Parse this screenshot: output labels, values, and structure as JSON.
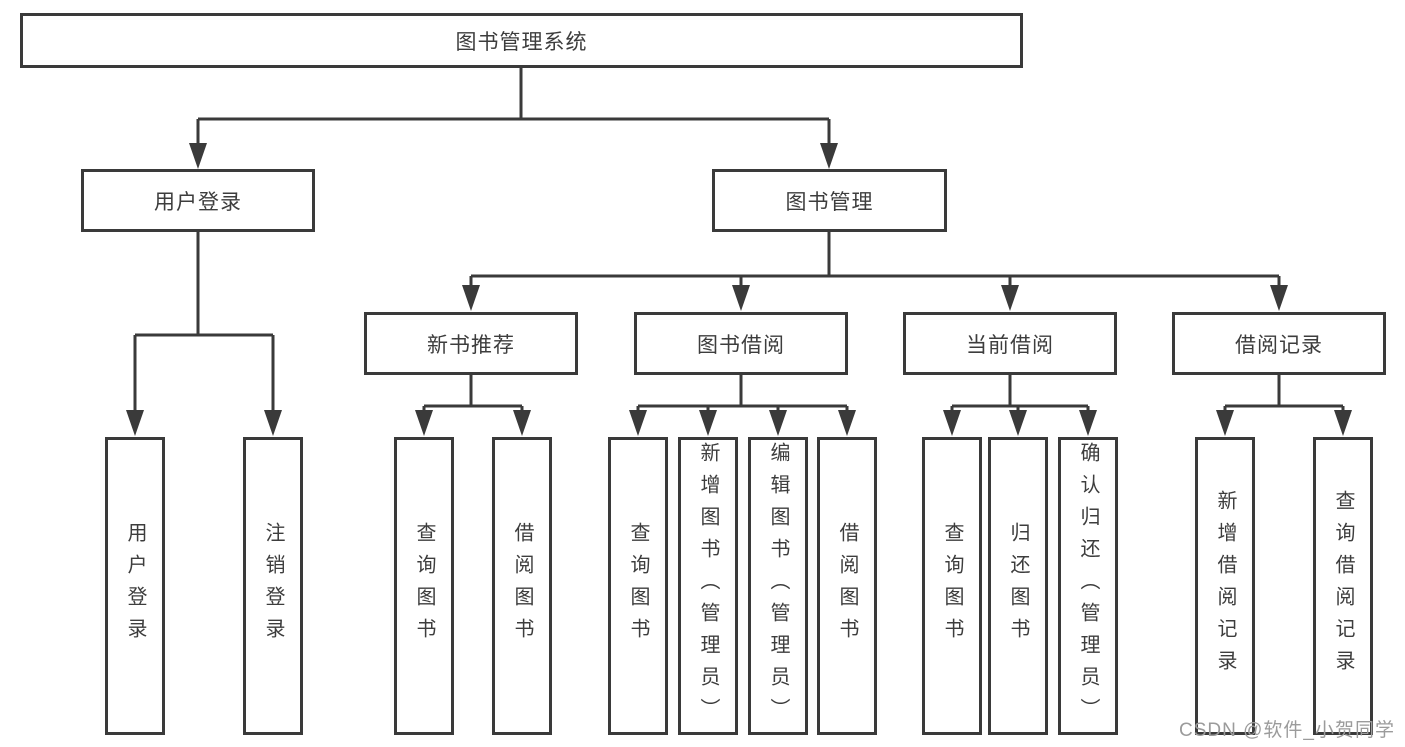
{
  "title": "图书管理系统",
  "watermark": "CSDN @软件_小贺同学",
  "colors": {
    "line": "#3a3a3a",
    "text": "#3d3d3d",
    "watermark": "#9b9b9b",
    "background": "#ffffff"
  },
  "nodes": {
    "root": "图书管理系统",
    "level2": {
      "user_login": "用户登录",
      "book_mgmt": "图书管理"
    },
    "level3": {
      "new_book_rec": "新书推荐",
      "book_borrow": "图书借阅",
      "current_borrow": "当前借阅",
      "borrow_records": "借阅记录"
    },
    "leaves": {
      "user_login": "用户登录",
      "logout": "注销登录",
      "rec_query_book": "查询图书",
      "rec_borrow_book": "借阅图书",
      "bw_query_book": "查询图书",
      "bw_add_book": "新增图书（管理员）",
      "bw_edit_book": "编辑图书（管理员）",
      "bw_borrow_book": "借阅图书",
      "cur_query_book": "查询图书",
      "cur_return_book": "归还图书",
      "cur_confirm_return": "确认归还（管理员）",
      "recd_add_record": "新增借阅记录",
      "recd_query_record": "查询借阅记录"
    }
  }
}
